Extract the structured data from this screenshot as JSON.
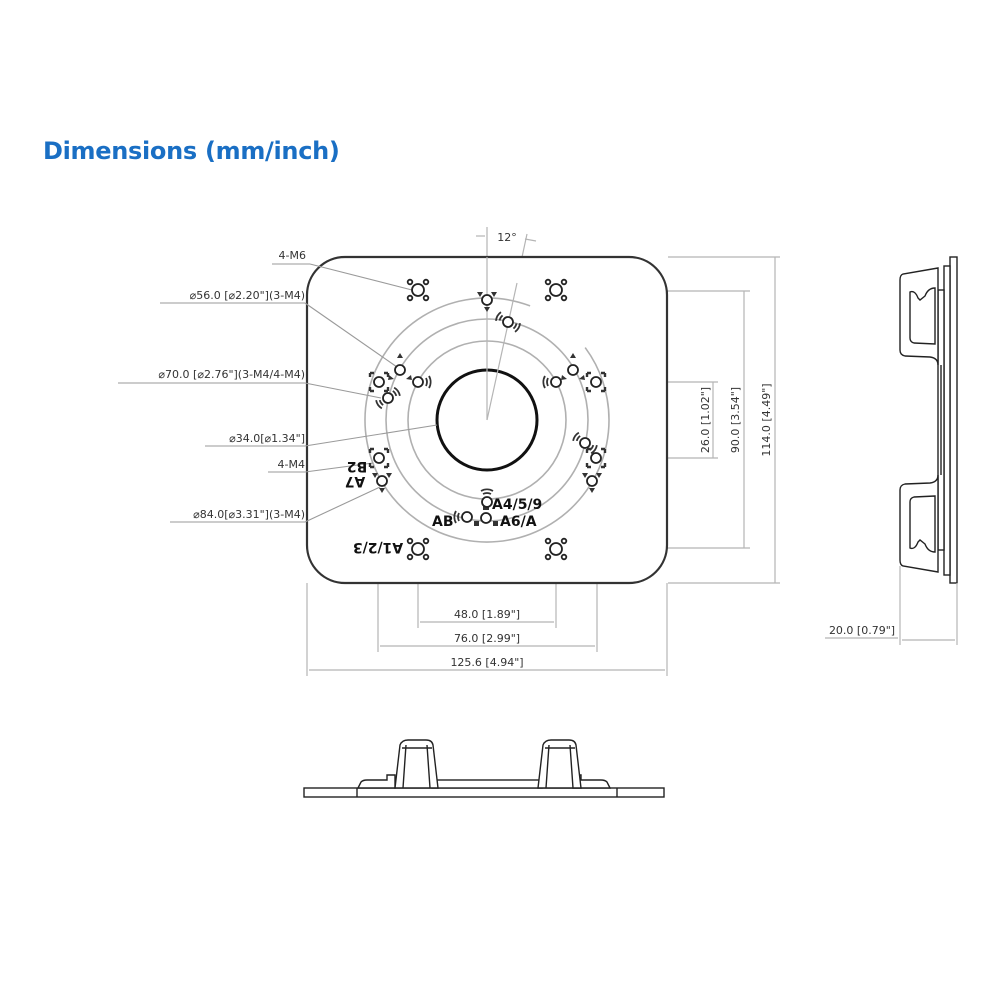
{
  "header": {
    "title": "Dimensions (mm/inch)",
    "title_color": "#1a6fc4"
  },
  "top_view": {
    "angle_label": "12°",
    "callouts": {
      "m6": "4-M6",
      "d56": "⌀56.0 [⌀2.20\"](3-M4)",
      "d70": "⌀70.0 [⌀2.76\"](3-M4/4-M4)",
      "d34": "⌀34.0[⌀1.34\"]",
      "m4": "4-M4",
      "d84": "⌀84.0[⌀3.31\"](3-M4)"
    },
    "hole_marks": {
      "b2": "B2",
      "a7": "A7",
      "a459": "A4/5/9",
      "ab": "AB",
      "a6a": "A6/A",
      "a123": "A1/2/3"
    },
    "vertical_dims": {
      "d26": "26.0 [1.02\"]",
      "d90": "90.0 [3.54\"]",
      "d114": "114.0 [4.49\"]"
    },
    "horizontal_dims": {
      "d48": "48.0 [1.89\"]",
      "d76": "76.0 [2.99\"]",
      "d125": "125.6 [4.94\"]"
    }
  },
  "side_view": {
    "depth_dim": "20.0 [0.79\"]"
  },
  "dimensions_mm": {
    "width": 125.6,
    "height": 114.0,
    "depth": 20.0,
    "center_hole_diameter": 34.0,
    "bolt_circle_56": 56.0,
    "bolt_circle_70": 70.0,
    "bolt_circle_84": 84.0,
    "hole_spacing_horizontal_inner": 48.0,
    "hole_spacing_horizontal_outer": 76.0,
    "hole_spacing_vertical_inner": 26.0,
    "hole_spacing_vertical_outer": 90.0,
    "rotation_angle_deg": 12
  }
}
